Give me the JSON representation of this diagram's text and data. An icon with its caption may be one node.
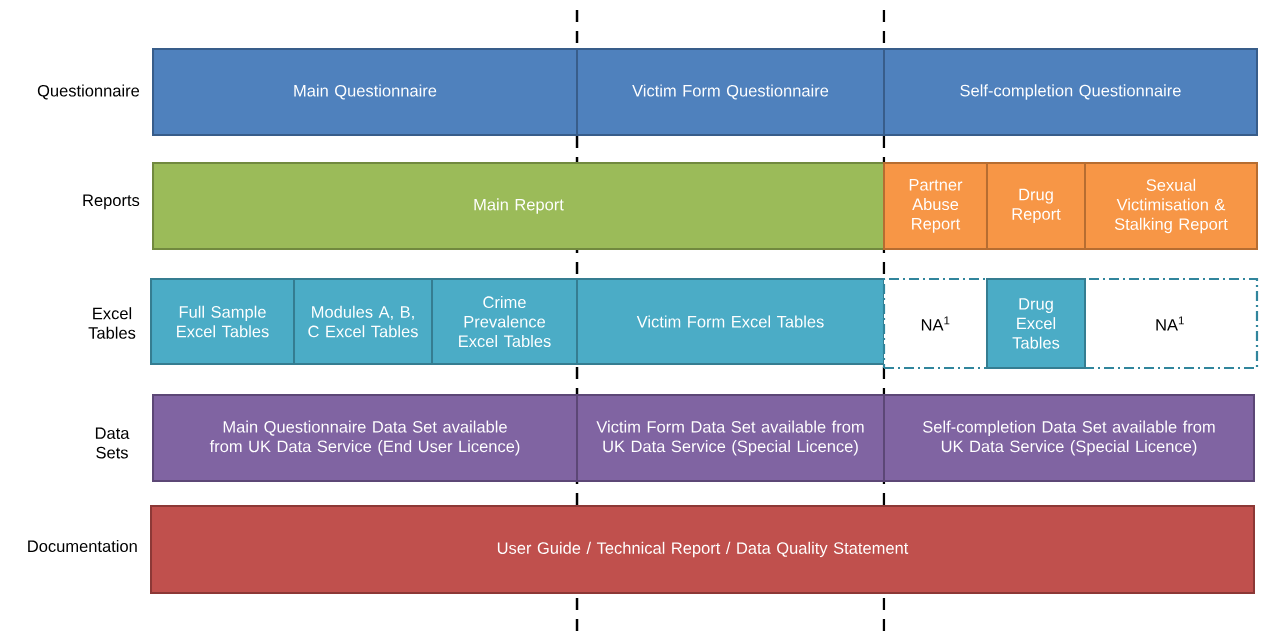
{
  "diagram": {
    "nodes": [
      {
        "text": [
          "Main Questionnaire"
        ]
      },
      {
        "text": [
          "Victim Form Questionnaire"
        ]
      },
      {
        "text": [
          "Self-completion Questionnaire"
        ]
      },
      {
        "text": [
          "Main Report"
        ]
      },
      {
        "text": [
          "Partner Abuse Report"
        ]
      },
      {
        "text": [
          "Drug Report"
        ]
      },
      {
        "text": [
          "Sexual Victimisation & Stalking Report"
        ]
      },
      {
        "text": [
          "Full Sample Excel Tables"
        ]
      },
      {
        "text": [
          "Modules A, B, C Excel Tables"
        ]
      },
      {
        "text": [
          "Crime Prevalence Excel Tables"
        ]
      },
      {
        "text": [
          "Victim Form Excel Tables"
        ]
      },
      {
        "text": [
          "NA$^{1}$",
          "NA$^{1}$"
        ]
      },
      {
        "text": [
          "Drug Excel Tables"
        ],
        "in": 11
      },
      {
        "text": [
          "Main Questionnaire Data Set available from UK Data Service (End User Licence)"
        ]
      },
      {
        "text": [
          "Victim Form Data Set available from UK Data Service (Special Licence)"
        ]
      },
      {
        "text": [
          "Self-completion Data Set available from UK Data Service (Special Licence)"
        ]
      },
      {
        "text": [
          "User Guide / Technical Report / Data Quality Statement"
        ]
      }
    ],
    "labels": [
      "Questionnaire",
      "Reports",
      "Excel Tables",
      "Data Sets",
      "Documentation"
    ]
  }
}
